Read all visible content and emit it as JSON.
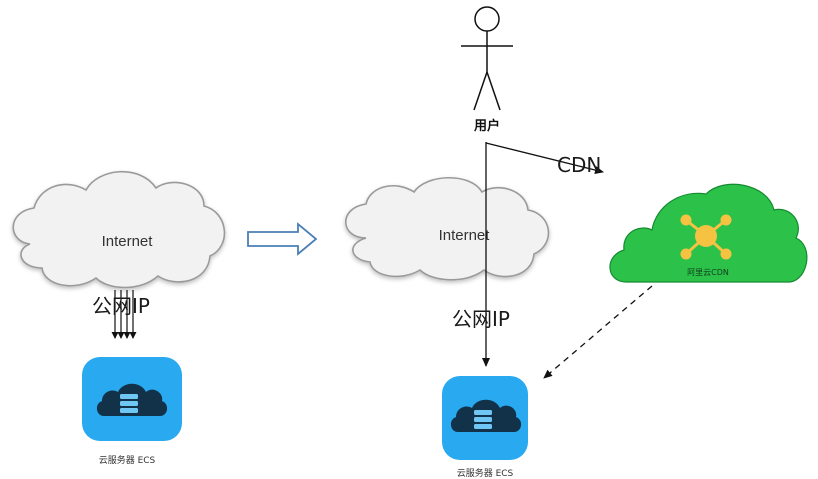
{
  "left_panel": {
    "internet_label": "Internet",
    "public_ip_label": "公网IP",
    "server_label": "云服务器 ECS",
    "server_icon": "cloud-server-icon"
  },
  "transition": {
    "arrow_icon": "right-hollow-arrow-icon"
  },
  "right_panel": {
    "user_label": "用户",
    "user_icon": "stick-figure-icon",
    "cdn_label": "CDN",
    "internet_label": "Internet",
    "public_ip_label": "公网IP",
    "cdn_cloud_label": "阿里云CDN",
    "cdn_icon": "network-hub-icon",
    "server_label": "云服务器 ECS",
    "server_icon": "cloud-server-icon"
  },
  "colors": {
    "cloud_fill": "#f2f2f2",
    "cloud_stroke": "#999999",
    "cdn_cloud_fill": "#2cc24a",
    "cdn_node": "#f5c242",
    "server_tile": "#29a9f0",
    "server_dark": "#123249",
    "transition_arrow": "#4a7fb5"
  }
}
